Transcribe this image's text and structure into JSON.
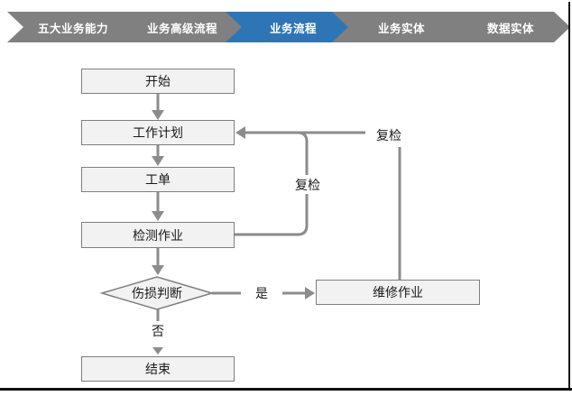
{
  "breadcrumb": {
    "items": [
      {
        "label": "五大业务能力",
        "active": false
      },
      {
        "label": "业务高级流程",
        "active": false
      },
      {
        "label": "业务流程",
        "active": true
      },
      {
        "label": "业务实体",
        "active": false
      },
      {
        "label": "数据实体",
        "active": false
      }
    ],
    "active_color": "#2E75B6",
    "inactive_color": "#808080"
  },
  "flowchart": {
    "nodes": [
      {
        "id": "start",
        "label": "开始",
        "type": "process"
      },
      {
        "id": "work-plan",
        "label": "工作计划",
        "type": "process"
      },
      {
        "id": "work-order",
        "label": "工单",
        "type": "process"
      },
      {
        "id": "inspection",
        "label": "检测作业",
        "type": "process"
      },
      {
        "id": "damage-decision",
        "label": "伤损判断",
        "type": "decision"
      },
      {
        "id": "repair",
        "label": "维修作业",
        "type": "process"
      },
      {
        "id": "end",
        "label": "结束",
        "type": "process"
      }
    ],
    "edge_labels": {
      "yes": "是",
      "no": "否",
      "recheck_inner": "复检",
      "recheck_outer": "复检"
    },
    "colors": {
      "node_fill": "#F2F2F2",
      "node_border": "#7F7F7F",
      "connector": "#8C8C8C"
    }
  }
}
